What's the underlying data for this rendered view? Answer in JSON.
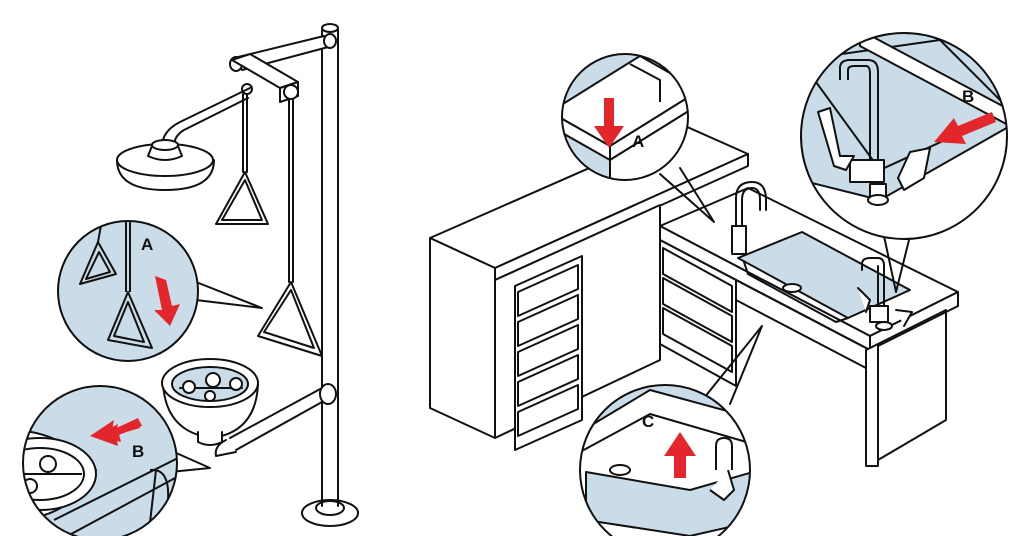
{
  "colors": {
    "line": "#111111",
    "accent_red": "#e3262b",
    "shade_blue": "#c9dce8",
    "background": "#ffffff"
  },
  "left_figure": {
    "label_a": "A",
    "label_b": "B"
  },
  "right_figure": {
    "label_a": "A",
    "label_b": "B",
    "label_c": "C"
  }
}
